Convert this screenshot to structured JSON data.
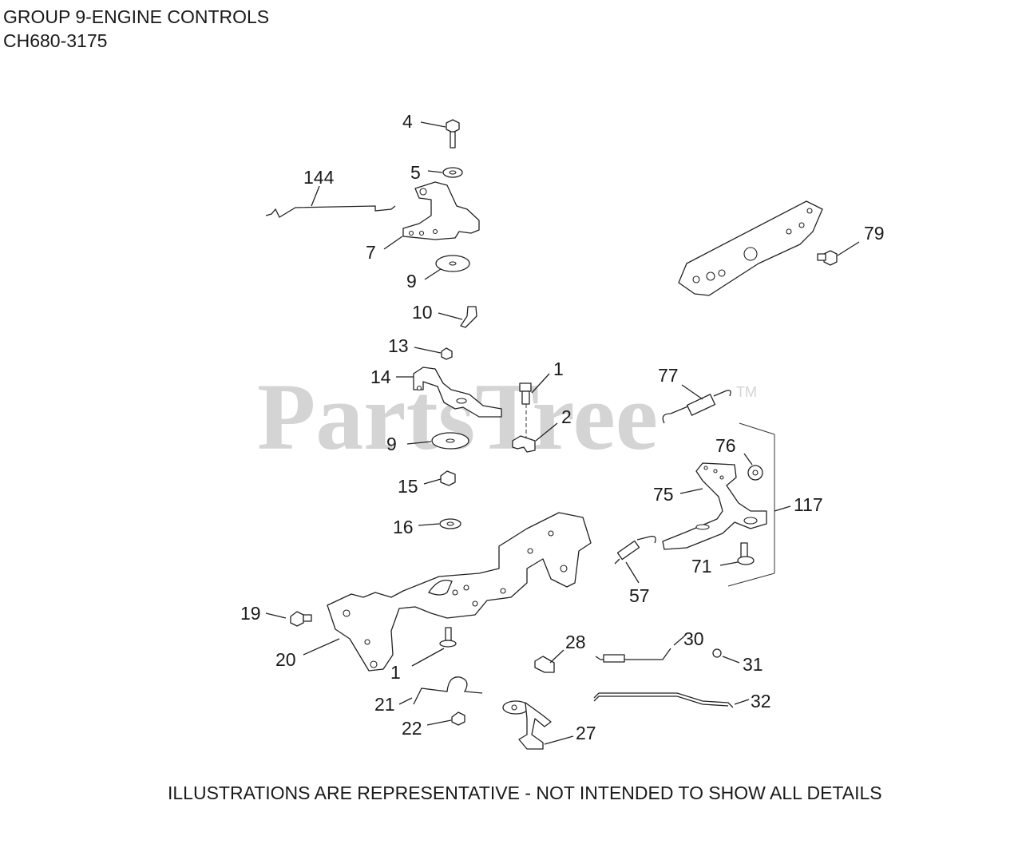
{
  "header": {
    "title_line1": "GROUP 9-ENGINE CONTROLS",
    "title_line2": "CH680-3175"
  },
  "watermark": {
    "text": "PartsTree",
    "trademark": "TM"
  },
  "footer": {
    "disclaimer": "ILLUSTRATIONS ARE REPRESENTATIVE - NOT INTENDED TO SHOW ALL DETAILS"
  },
  "callouts": {
    "c4": "4",
    "c5": "5",
    "c144": "144",
    "c7": "7",
    "c9a": "9",
    "c10": "10",
    "c13": "13",
    "c14": "14",
    "c1a": "1",
    "c2": "2",
    "c9b": "9",
    "c15": "15",
    "c16": "16",
    "c19": "19",
    "c20": "20",
    "c1b": "1",
    "c21": "21",
    "c22": "22",
    "c27": "27",
    "c28": "28",
    "c30": "30",
    "c31": "31",
    "c32": "32",
    "c79": "79",
    "c77": "77",
    "c76": "76",
    "c75": "75",
    "c117": "117",
    "c71": "71",
    "c57": "57"
  }
}
